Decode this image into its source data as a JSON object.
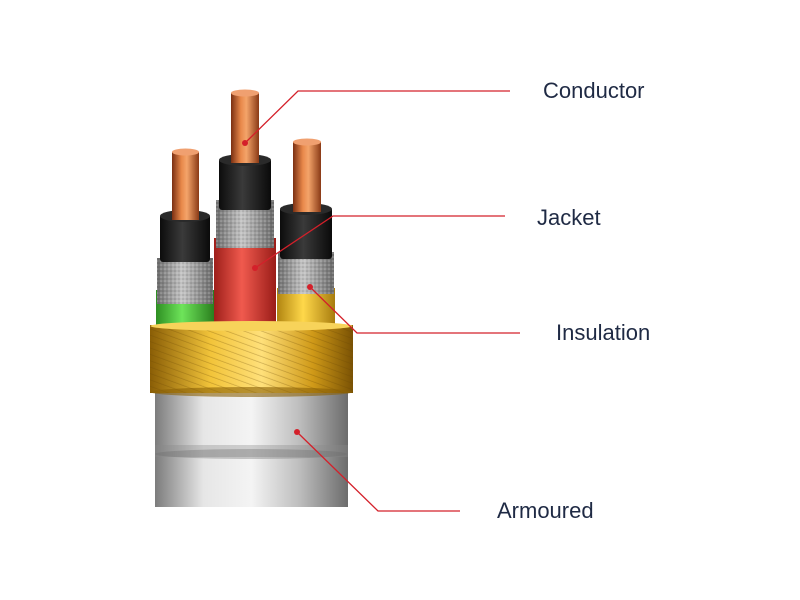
{
  "labels": {
    "conductor": "Conductor",
    "jacket": "Jacket",
    "insulation": "Insulation",
    "armoured": "Armoured"
  },
  "colors": {
    "leader_line": "#d4202a",
    "label_text": "#1f2a44",
    "copper": "#c8602a",
    "jacket_black": "#1c1c1c",
    "screen_grey": "#a9a9a9",
    "insulation_green": "#49c53a",
    "insulation_red": "#e03a32",
    "insulation_yellow": "#f0c02a",
    "armour_brass": "#d9a41a",
    "sheath_silver": "#c9c9c9"
  }
}
